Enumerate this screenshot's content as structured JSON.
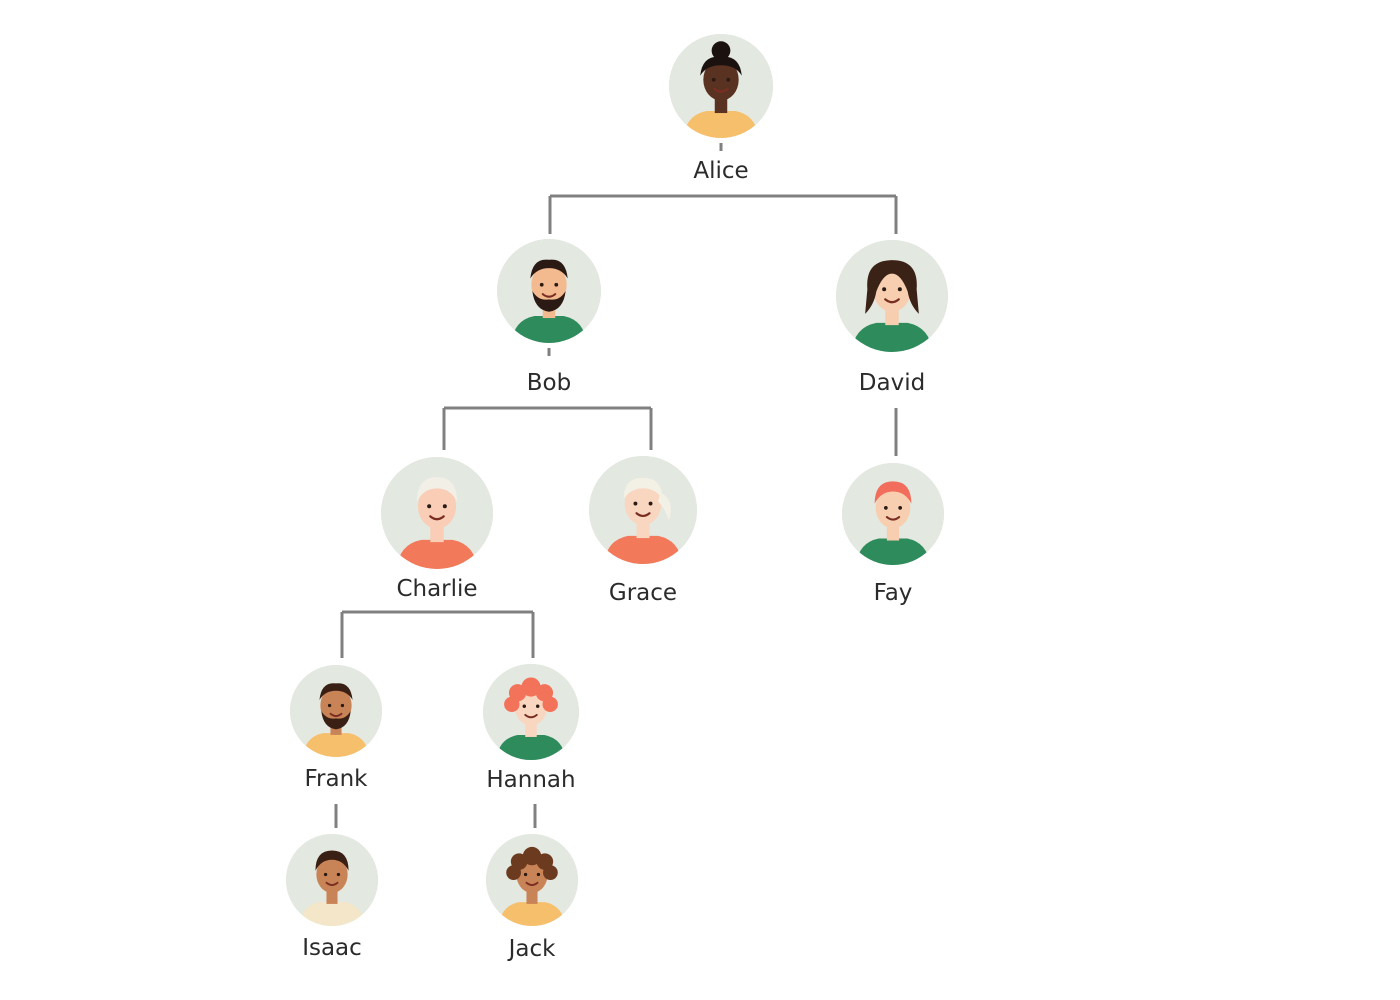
{
  "people": [
    {
      "id": "alice",
      "name": "Alice",
      "parent": null,
      "skin": "#5a3221",
      "hair": "#1b1210",
      "shirt": "#f6bf6b",
      "hair_style": "bun"
    },
    {
      "id": "bob",
      "name": "Bob",
      "parent": "alice",
      "skin": "#f3b98f",
      "hair": "#2b1a14",
      "shirt": "#2e8b5c",
      "hair_style": "beard"
    },
    {
      "id": "david",
      "name": "David",
      "parent": "alice",
      "skin": "#f7cfb0",
      "hair": "#3a2216",
      "shirt": "#2e8b5c",
      "hair_style": "long"
    },
    {
      "id": "charlie",
      "name": "Charlie",
      "parent": "bob",
      "skin": "#f9cdb6",
      "hair": "#f1efe6",
      "shirt": "#f2795a",
      "hair_style": "short"
    },
    {
      "id": "grace",
      "name": "Grace",
      "parent": "bob",
      "skin": "#f9d6c0",
      "hair": "#f3f0e6",
      "shirt": "#f2795a",
      "hair_style": "ponytail"
    },
    {
      "id": "fay",
      "name": "Fay",
      "parent": "david",
      "skin": "#f7cfb0",
      "hair": "#f26d5b",
      "shirt": "#2e8b5c",
      "hair_style": "short"
    },
    {
      "id": "frank",
      "name": "Frank",
      "parent": "charlie",
      "skin": "#c88357",
      "hair": "#3a1f14",
      "shirt": "#f6bf6b",
      "hair_style": "beard"
    },
    {
      "id": "hannah",
      "name": "Hannah",
      "parent": "charlie",
      "skin": "#f9d6c0",
      "hair": "#f2735a",
      "shirt": "#2e8b5c",
      "hair_style": "curly"
    },
    {
      "id": "isaac",
      "name": "Isaac",
      "parent": "frank",
      "skin": "#c88357",
      "hair": "#3a1f14",
      "shirt": "#f4e6c8",
      "hair_style": "short"
    },
    {
      "id": "jack",
      "name": "Jack",
      "parent": "hannah",
      "skin": "#c88357",
      "hair": "#6b3a1f",
      "shirt": "#f6bf6b",
      "hair_style": "curly"
    }
  ],
  "colors": {
    "connector": "#808080",
    "avatar_bg": "#e3e8e1",
    "label": "#2b2b2b"
  }
}
